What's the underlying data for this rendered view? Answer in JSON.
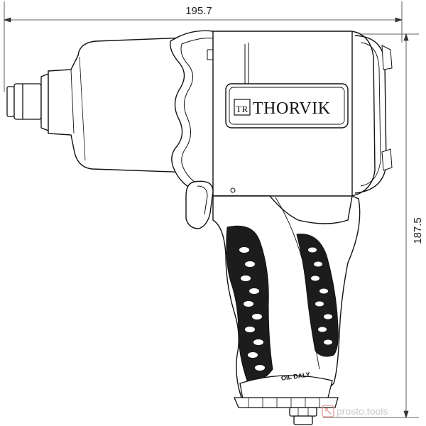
{
  "dimensions": {
    "length_label": "195.7",
    "height_label": "187.5"
  },
  "logo": {
    "brand": "THORVIK",
    "emblem": "TR"
  },
  "handle_marking": "OIL DALY",
  "watermark": {
    "text": "prosto.tools",
    "icon": "wrench-badge-icon"
  },
  "colors": {
    "line": "#111111",
    "grip": "#1a1a1a",
    "watermark": "#c9c9c9",
    "watermark_accent": "#e69a9a"
  }
}
